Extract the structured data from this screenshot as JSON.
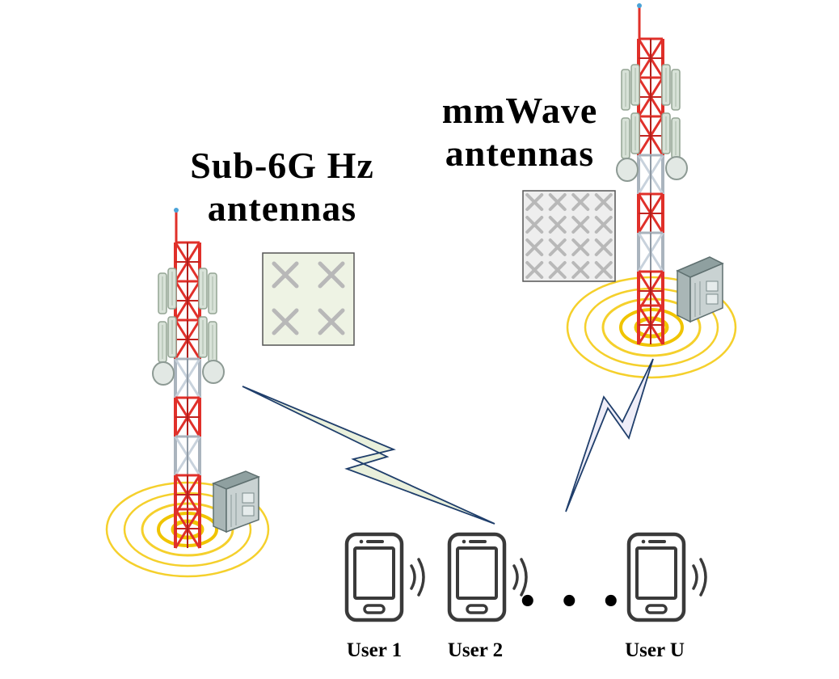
{
  "sub6": {
    "title_line1": "Sub-6G Hz",
    "title_line2": "antennas",
    "array_rows": 2,
    "array_cols": 2,
    "array_fill": "#eef3e4"
  },
  "mmwave": {
    "title_line1": "mmWave",
    "title_line2": "antennas",
    "array_rows": 4,
    "array_cols": 4,
    "array_fill": "#eeeeee"
  },
  "users": [
    {
      "label": "User 1"
    },
    {
      "label": "User 2"
    },
    {
      "label": "User U"
    }
  ],
  "ellipsis": "• • •",
  "colors": {
    "tower_red": "#e0302a",
    "tower_white": "#dfe6ee",
    "ring_yellow": "#f5d02c",
    "ring_core": "#f0c400",
    "panel": "#d8e2d8",
    "cabinet": "#b7c2c2",
    "phone_outline": "#3a3a3a",
    "link_sub6_fill": "#e9f0dc",
    "link_mmwave_fill": "#eeedf8",
    "link_stroke": "#1f3e6b"
  }
}
